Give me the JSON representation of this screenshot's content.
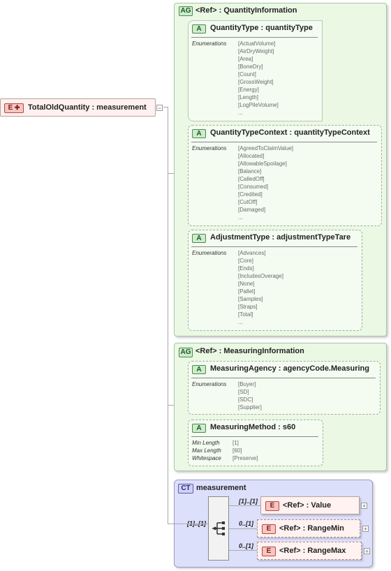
{
  "root": {
    "badge": "E",
    "name": "TotalOldQuantity : measurement"
  },
  "quantity_information": {
    "badge": "AG",
    "title": "<Ref>      : QuantityInformation",
    "attributes": [
      {
        "badge": "A",
        "name": "QuantityType : quantityType",
        "label": "Enumerations",
        "values": [
          "[ActualVolume]",
          "[AirDryWeight]",
          "[Area]",
          "[BoneDry]",
          "[Count]",
          "[GrossWeight]",
          "[Energy]",
          "[Length]",
          "[LogPileVolume]",
          "..."
        ]
      },
      {
        "badge": "A",
        "name": "QuantityTypeContext : quantityTypeContext",
        "label": "Enumerations",
        "values": [
          "[AgreedToClaimValue]",
          "[Allocated]",
          "[AllowableSpoilage]",
          "[Balance]",
          "[CalledOff]",
          "[Consumed]",
          "[Credited]",
          "[CutOff]",
          "[Damaged]",
          "..."
        ]
      },
      {
        "badge": "A",
        "name": "AdjustmentType : adjustmentTypeTare",
        "label": "Enumerations",
        "values": [
          "[Advances]",
          "[Core]",
          "[Ends]",
          "[IncludesOverage]",
          "[None]",
          "[Pallet]",
          "[Samples]",
          "[Straps]",
          "[Total]",
          "..."
        ]
      }
    ]
  },
  "measuring_information": {
    "badge": "AG",
    "title": "<Ref>      : MeasuringInformation",
    "attributes": [
      {
        "badge": "A",
        "name": "MeasuringAgency : agencyCode.Measuring",
        "label": "Enumerations",
        "values": [
          "[Buyer]",
          "[SD]",
          "[SDC]",
          "[Supplier]"
        ]
      },
      {
        "badge": "A",
        "name": "MeasuringMethod : s60",
        "facets": [
          {
            "label": "Min Length",
            "value": "[1]"
          },
          {
            "label": "Max Length",
            "value": "[60]"
          },
          {
            "label": "Whitespace",
            "value": "[Preserve]"
          }
        ]
      }
    ]
  },
  "complex_type": {
    "badge": "CT",
    "name": "measurement",
    "sequence_cardinality": "[1]..[1]",
    "children": [
      {
        "badge": "E",
        "name": "<Ref>      : Value",
        "cardinality": "[1]..[1]"
      },
      {
        "badge": "E",
        "name": "<Ref>      : RangeMin",
        "cardinality": "0..[1]"
      },
      {
        "badge": "E",
        "name": "<Ref>      : RangeMax",
        "cardinality": "0..[1]"
      }
    ]
  }
}
